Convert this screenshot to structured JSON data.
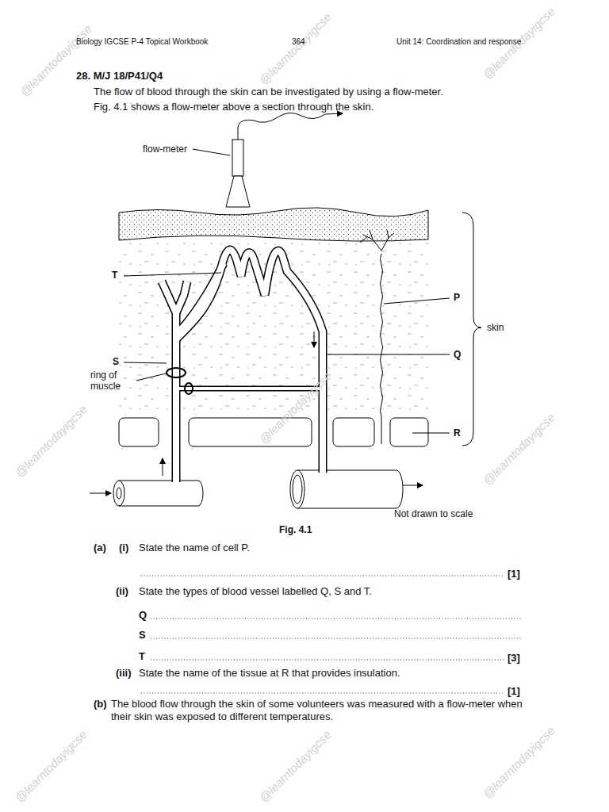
{
  "diagram": {
    "title": "28. M/J 18/P41/Q4",
    "caption": "Fig. 4.1",
    "labels": [
      "Biology IGCSE P-4 Topical Workbook",
      "364",
      "Unit 14: Coordination and response",
      "The flow of blood through the skin can be investigated by using a flow-meter.",
      "Fig. 4.1 shows a flow-meter above a section through the skin.",
      "flow-meter",
      "T",
      "P",
      "S",
      "ring of muscle",
      "Q",
      "R",
      "skin",
      "Not drawn to scale",
      "(a)",
      "(i)",
      "State the name of cell P.",
      "[1]",
      "(ii)",
      "State the types of blood vessel labelled Q, S and T.",
      "Q",
      "S",
      "T",
      "[3]",
      "(iii)",
      "State the name of the tissue at R that provides insulation.",
      "[1]",
      "(b)",
      "The blood flow through the skin of some volunteers was measured with a flow-meter when their skin was exposed to different temperatures.",
      "@learntodayigcse",
      "@learntodayigcse",
      "@learntodayigcse",
      "@learntodayigcse",
      "@learntodayigcse",
      "@learntodayigcse",
      "@learntodayigcse",
      "@learntodayigcse",
      "@learntodayigcse"
    ]
  }
}
